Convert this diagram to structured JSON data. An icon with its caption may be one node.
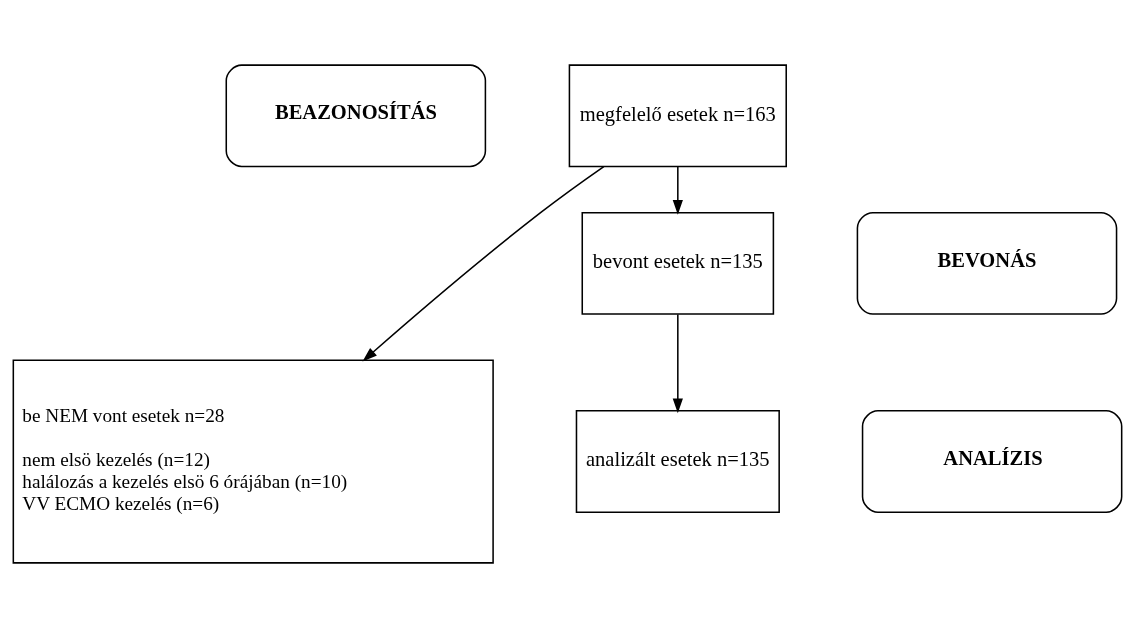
{
  "diagram": {
    "nodes": [
      {
        "text": [
          "BEAZONOSÍTÁS"
        ]
      },
      {
        "text": [
          "megfelelő esetek n=163"
        ]
      },
      {
        "text": [
          "be NEM vont esetek n=28",
          "nem elsö kezelés (n=12)",
          "halálozás a kezelés elsö 6 órájában (n=10)",
          "VV ECMO kezelés (n=6)"
        ]
      },
      {
        "text": [
          "BEVONÁS"
        ]
      },
      {
        "text": [
          "bevont esetek n=135"
        ]
      },
      {
        "text": [
          "ANALÍZIS"
        ]
      },
      {
        "text": [
          "analizált esetek n=135"
        ]
      }
    ],
    "edges": [
      {
        "from": 1,
        "to": 2,
        "arrow": "to"
      },
      {
        "from": 1,
        "to": 4,
        "arrow": "to"
      },
      {
        "from": 4,
        "to": 6,
        "arrow": "to"
      }
    ]
  }
}
